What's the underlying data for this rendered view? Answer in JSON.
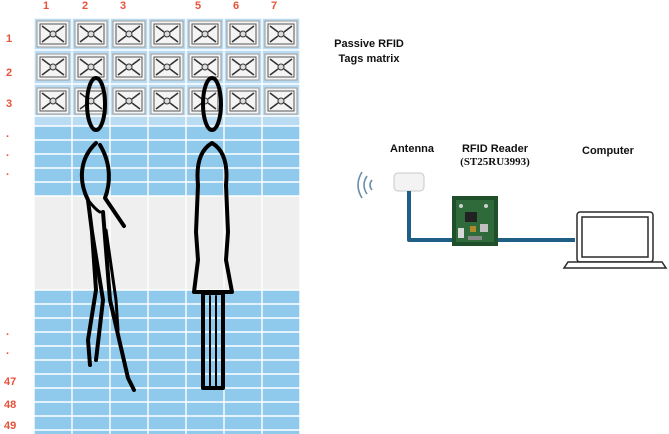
{
  "column_labels": [
    "1",
    "2",
    "3",
    "",
    "5",
    "6",
    "7"
  ],
  "row_labels": {
    "top": [
      "1",
      "2",
      "3"
    ],
    "dots_upper": [
      ".",
      ".",
      "."
    ],
    "dots_lower": [
      ".",
      "."
    ],
    "bottom": [
      "47",
      "48",
      "49"
    ]
  },
  "matrix_title": [
    "Passive RFID",
    "Tags matrix"
  ],
  "antenna_label": "Antenna",
  "reader_label": [
    "RFID Reader",
    "(ST25RU3993)"
  ],
  "computer_label": "Computer",
  "colors": {
    "label_red": "#e8513a",
    "grid_blue": "#8fc9ec",
    "grid_gray": "#efefef",
    "cable": "#1f5f86"
  }
}
